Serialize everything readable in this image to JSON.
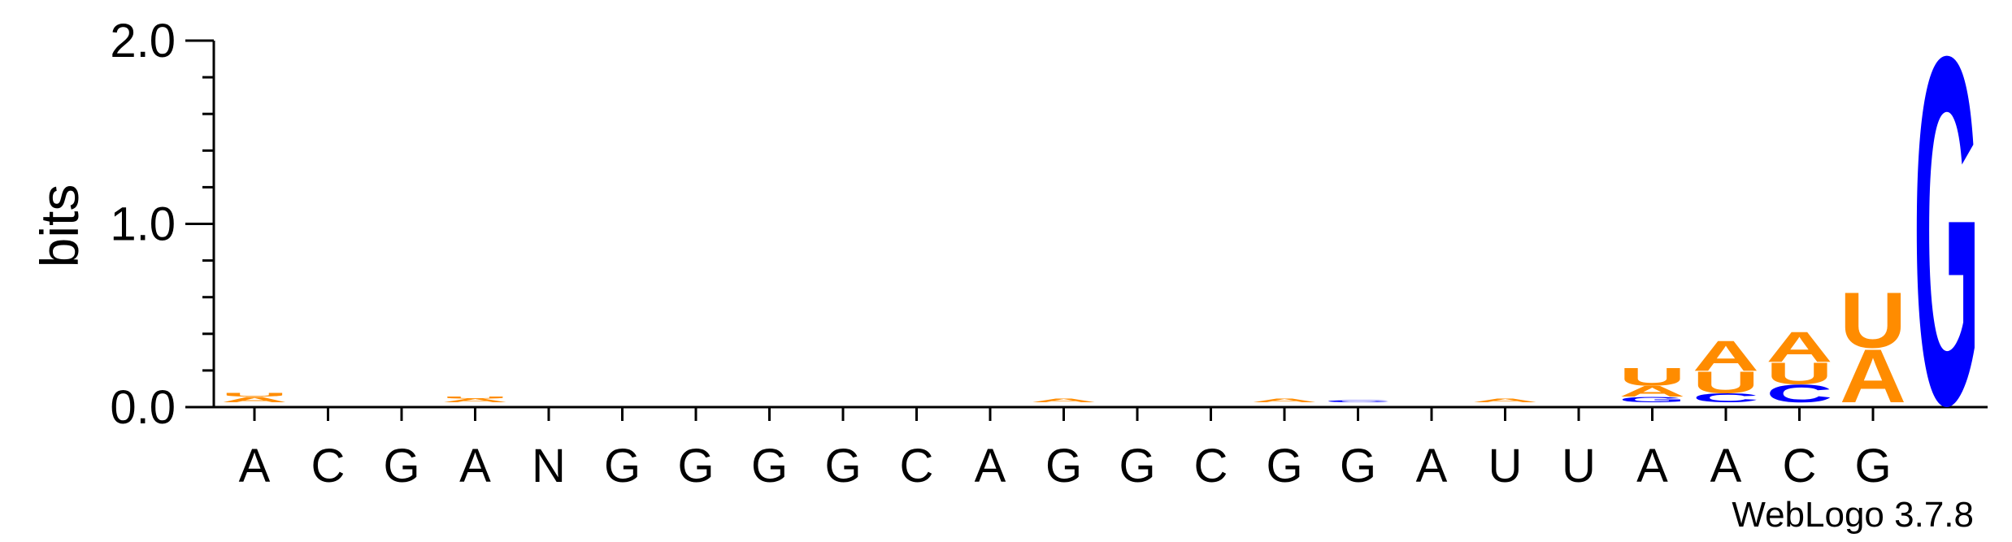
{
  "chart_data": {
    "type": "sequence-logo",
    "ylabel": "bits",
    "ylim": [
      0,
      2.0
    ],
    "yticks": [
      "0.0",
      "1.0",
      "2.0"
    ],
    "x_labels": [
      "A",
      "C",
      "G",
      "A",
      "N",
      "G",
      "G",
      "G",
      "G",
      "C",
      "A",
      "G",
      "G",
      "C",
      "G",
      "G",
      "A",
      "U",
      "U",
      "A",
      "A",
      "C",
      "G"
    ],
    "credit": "WebLogo 3.7.8",
    "colors": {
      "A": "#FF8C00",
      "U": "#FF8C00",
      "C": "#0000FF",
      "G": "#0000FF"
    },
    "columns": [
      [
        {
          "letter": "A",
          "bits": 0.03
        },
        {
          "letter": "U",
          "bits": 0.02
        }
      ],
      [],
      [],
      [
        {
          "letter": "A",
          "bits": 0.02
        },
        {
          "letter": "U",
          "bits": 0.01
        }
      ],
      [],
      [],
      [],
      [],
      [],
      [],
      [],
      [
        {
          "letter": "A",
          "bits": 0.02
        }
      ],
      [],
      [],
      [
        {
          "letter": "A",
          "bits": 0.02
        }
      ],
      [
        {
          "letter": "C",
          "bits": 0.01
        }
      ],
      [],
      [
        {
          "letter": "A",
          "bits": 0.02
        }
      ],
      [],
      [
        {
          "letter": "G",
          "bits": 0.03
        },
        {
          "letter": "A",
          "bits": 0.06
        },
        {
          "letter": "U",
          "bits": 0.1
        }
      ],
      [
        {
          "letter": "C",
          "bits": 0.05
        },
        {
          "letter": "U",
          "bits": 0.12
        },
        {
          "letter": "A",
          "bits": 0.17
        }
      ],
      [
        {
          "letter": "C",
          "bits": 0.1
        },
        {
          "letter": "U",
          "bits": 0.12
        },
        {
          "letter": "A",
          "bits": 0.17
        }
      ],
      [
        {
          "letter": "A",
          "bits": 0.3
        },
        {
          "letter": "U",
          "bits": 0.31
        }
      ],
      [
        {
          "letter": "G",
          "bits": 1.95
        }
      ]
    ]
  }
}
